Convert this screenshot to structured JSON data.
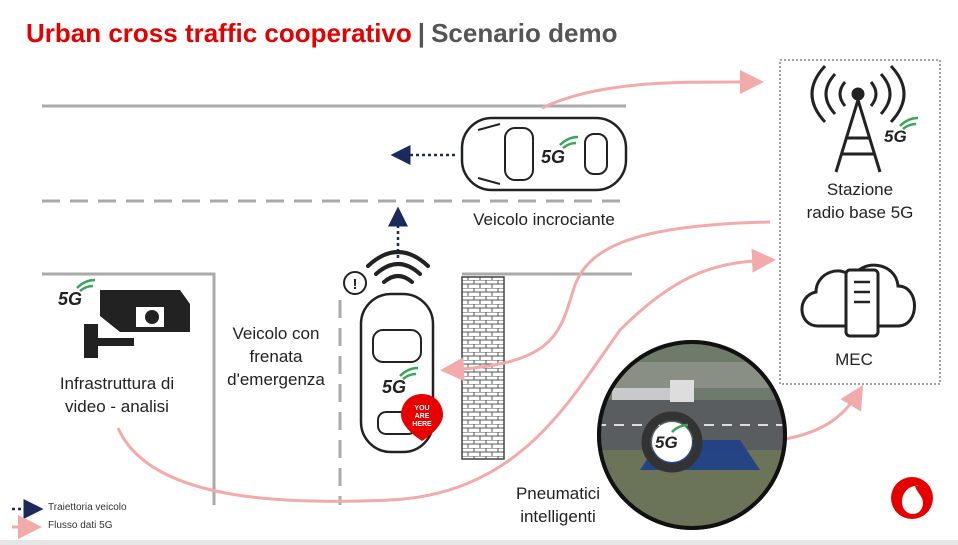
{
  "header": {
    "title_main": "Urban cross traffic cooperativo",
    "separator": "|",
    "title_sub": "Scenario demo"
  },
  "labels": {
    "crossing_vehicle": "Veicolo incrociante",
    "braking_vehicle_1": "Veicolo con",
    "braking_vehicle_2": "frenata",
    "braking_vehicle_3": "d'emergenza",
    "video_infra_1": "Infrastruttura di",
    "video_infra_2": "video - analisi",
    "base_station_1": "Stazione",
    "base_station_2": "radio base 5G",
    "mec": "MEC",
    "smart_tires_1": "Pneumatici",
    "smart_tires_2": "intelligenti"
  },
  "badges": {
    "five_g": "5G",
    "you": "YOU",
    "are": "ARE",
    "here": "HERE",
    "alert": "!"
  },
  "legend": {
    "trajectory": "Traiettoria veicolo",
    "data_flow": "Flusso dati 5G"
  },
  "colors": {
    "brand_red": "#e60000",
    "flow_pink": "#f2aaaa",
    "trajectory_navy": "#1b2a5a",
    "five_g_green": "#3aa65a"
  },
  "icons": {
    "logo": "vodafone-logo",
    "tower": "antenna-tower-icon",
    "mec": "cloud-server-icon",
    "camera": "cctv-camera-icon"
  }
}
